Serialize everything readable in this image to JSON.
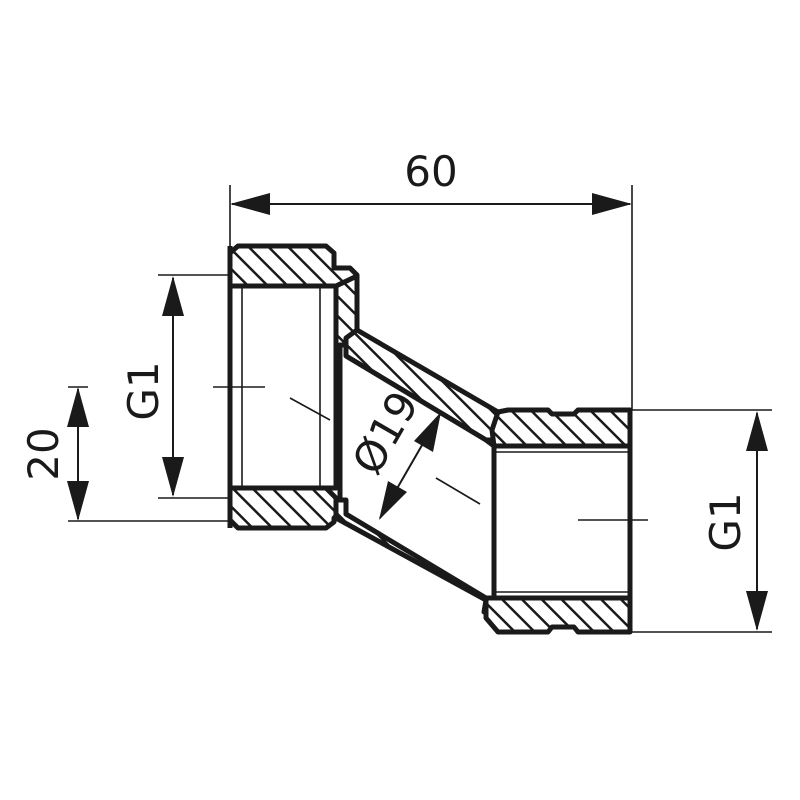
{
  "dimensions": {
    "overall_length": "60",
    "left_thread": "G1",
    "right_thread": "G1",
    "offset": "20",
    "bore_diameter": "Ø19"
  },
  "colors": {
    "line": "#1a1a1a",
    "background": "#ffffff"
  }
}
